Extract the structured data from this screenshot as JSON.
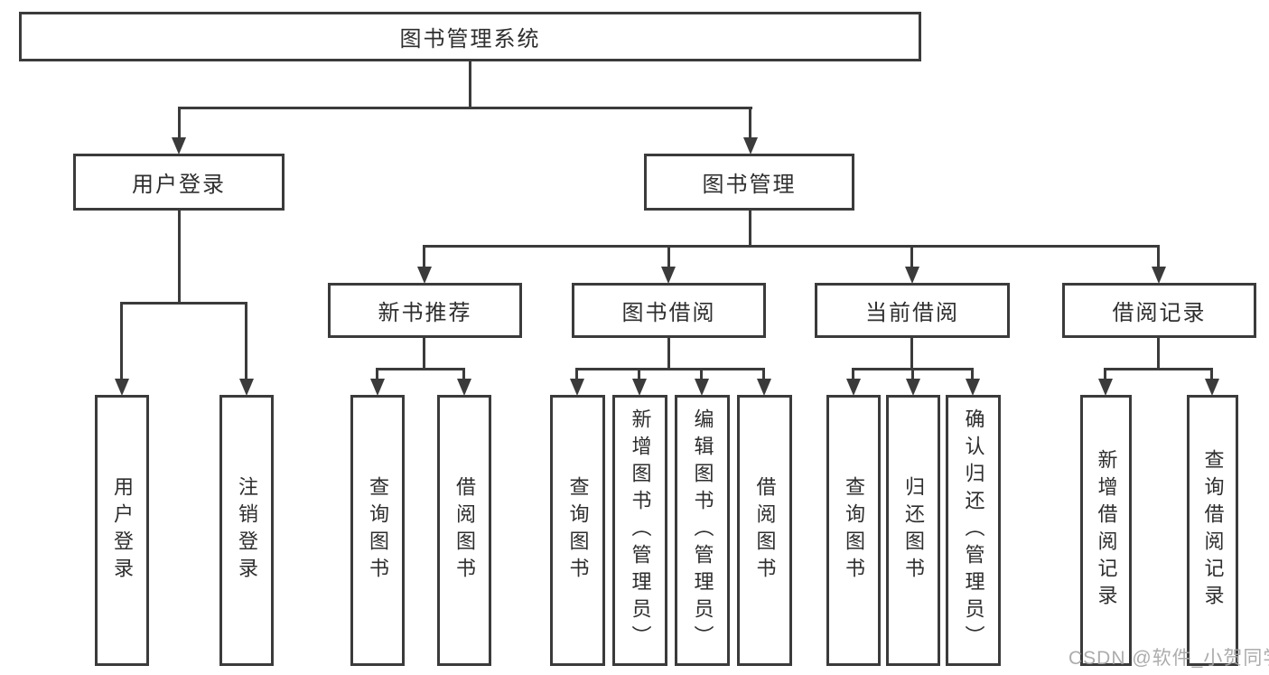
{
  "diagram": {
    "root": {
      "label": "图书管理系统"
    },
    "level2": [
      {
        "label": "用户登录"
      },
      {
        "label": "图书管理"
      }
    ],
    "level3": [
      {
        "label": "新书推荐"
      },
      {
        "label": "图书借阅"
      },
      {
        "label": "当前借阅"
      },
      {
        "label": "借阅记录"
      }
    ],
    "leaves": [
      {
        "label": "用户登录"
      },
      {
        "label": "注销登录"
      },
      {
        "label": "查询图书"
      },
      {
        "label": "借阅图书"
      },
      {
        "label": "查询图书"
      },
      {
        "label": "新增图书（管理员）"
      },
      {
        "label": "编辑图书（管理员）"
      },
      {
        "label": "借阅图书"
      },
      {
        "label": "查询图书"
      },
      {
        "label": "归还图书"
      },
      {
        "label": "确认归还（管理员）"
      },
      {
        "label": "新增借阅记录"
      },
      {
        "label": "查询借阅记录"
      }
    ],
    "colors": {
      "line": "#3b3b3b",
      "text": "#2e2e2e",
      "watermark_text": "#a5a5a5",
      "background": "#ffffff"
    }
  },
  "watermark": {
    "text": "CSDN @软件_小贺同学"
  }
}
